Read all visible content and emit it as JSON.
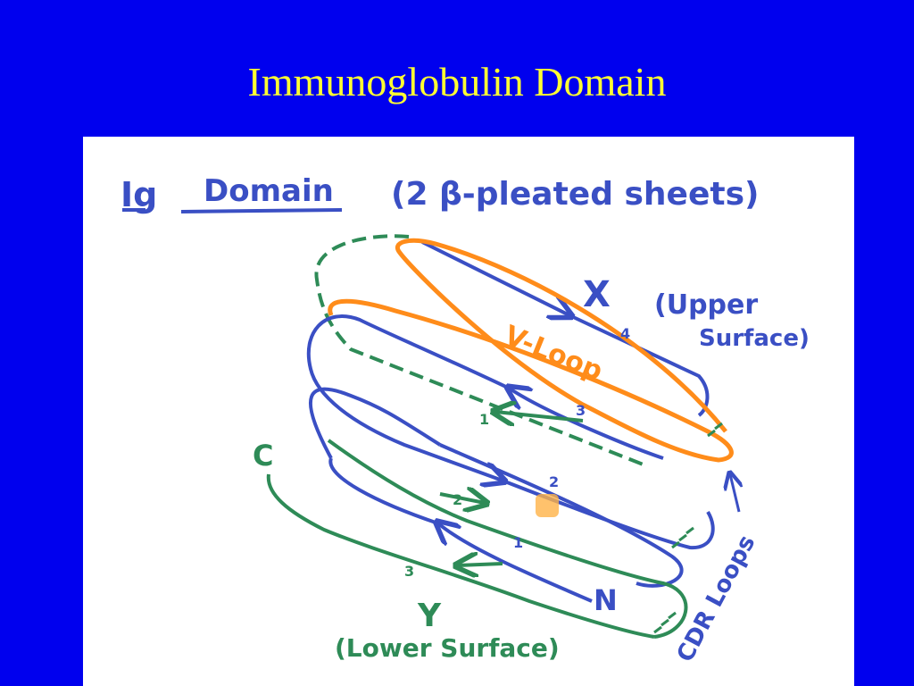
{
  "slide": {
    "title": "Immunoglobulin Domain"
  },
  "diagram": {
    "heading_ig": "Ig",
    "heading_domain": "Domain",
    "heading_sheets": "(2 β-pleated sheets)",
    "label_x": "X",
    "label_upper_1": "(Upper",
    "label_upper_2": "Surface)",
    "label_v_loop": "V-Loop",
    "label_c": "C",
    "label_n": "N",
    "label_y": "Y",
    "label_lower": "(Lower Surface)",
    "label_cdr_loops": "CDR Loops",
    "strand_upper_4": "4",
    "strand_upper_3": "3",
    "strand_upper_2": "2",
    "strand_upper_1": "1",
    "strand_lower_1": "1",
    "strand_lower_2": "2",
    "strand_lower_3": "3",
    "colors": {
      "background": "#0000ee",
      "title": "#ffff33",
      "blue_pen": "#3a4fc4",
      "green_pen": "#2e8b57",
      "orange_pen": "#ff8c1a"
    }
  }
}
